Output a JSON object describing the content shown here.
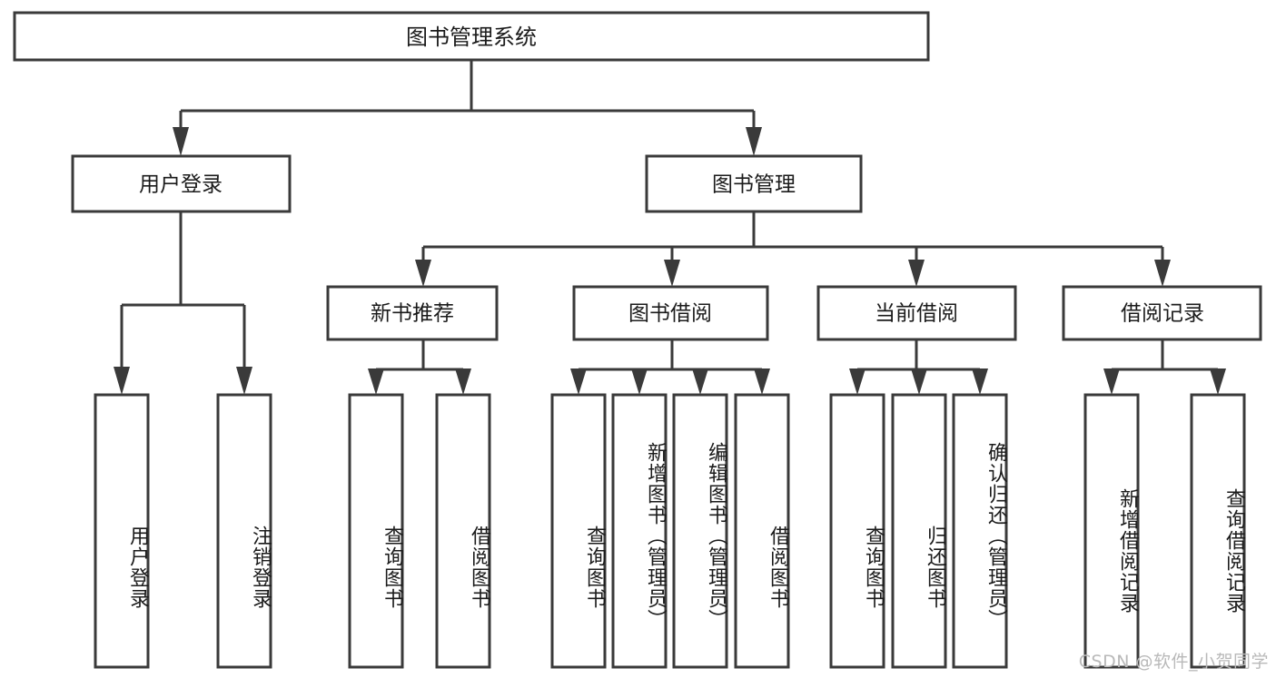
{
  "diagram": {
    "type": "hierarchy-tree",
    "title_node": {
      "label": "图书管理系统"
    },
    "level2": [
      {
        "id": "user-login",
        "label": "用户登录"
      },
      {
        "id": "book-manage",
        "label": "图书管理"
      }
    ],
    "level3": [
      {
        "id": "new-book-recommend",
        "label": "新书推荐",
        "parent": "book-manage"
      },
      {
        "id": "book-borrow",
        "label": "图书借阅",
        "parent": "book-manage"
      },
      {
        "id": "current-borrow",
        "label": "当前借阅",
        "parent": "book-manage"
      },
      {
        "id": "borrow-record",
        "label": "借阅记录",
        "parent": "book-manage"
      }
    ],
    "leaves": [
      {
        "id": "leaf-user-login",
        "label": "用户登录",
        "parent": "user-login"
      },
      {
        "id": "leaf-logout-login",
        "label": "注销登录",
        "parent": "user-login"
      },
      {
        "id": "leaf-query-book-1",
        "label": "查询图书",
        "parent": "new-book-recommend"
      },
      {
        "id": "leaf-borrow-book-1",
        "label": "借阅图书",
        "parent": "new-book-recommend"
      },
      {
        "id": "leaf-query-book-2",
        "label": "查询图书",
        "parent": "book-borrow"
      },
      {
        "id": "leaf-add-book",
        "label": "新增图书（管理员）",
        "parent": "book-borrow"
      },
      {
        "id": "leaf-edit-book",
        "label": "编辑图书（管理员）",
        "parent": "book-borrow"
      },
      {
        "id": "leaf-borrow-book-2",
        "label": "借阅图书",
        "parent": "book-borrow"
      },
      {
        "id": "leaf-query-book-3",
        "label": "查询图书",
        "parent": "current-borrow"
      },
      {
        "id": "leaf-return-book",
        "label": "归还图书",
        "parent": "current-borrow"
      },
      {
        "id": "leaf-confirm-return",
        "label": "确认归还（管理员）",
        "parent": "current-borrow"
      },
      {
        "id": "leaf-add-record",
        "label": "新增借阅记录",
        "parent": "borrow-record"
      },
      {
        "id": "leaf-query-record",
        "label": "查询借阅记录",
        "parent": "borrow-record"
      }
    ],
    "colors": {
      "stroke": "#3a3a3a",
      "fill": "#ffffff",
      "text": "#1b1b1b",
      "watermark": "#b9b9b9",
      "background": "#ffffff"
    }
  },
  "watermark": {
    "text": "CSDN @软件_小贺同学"
  }
}
